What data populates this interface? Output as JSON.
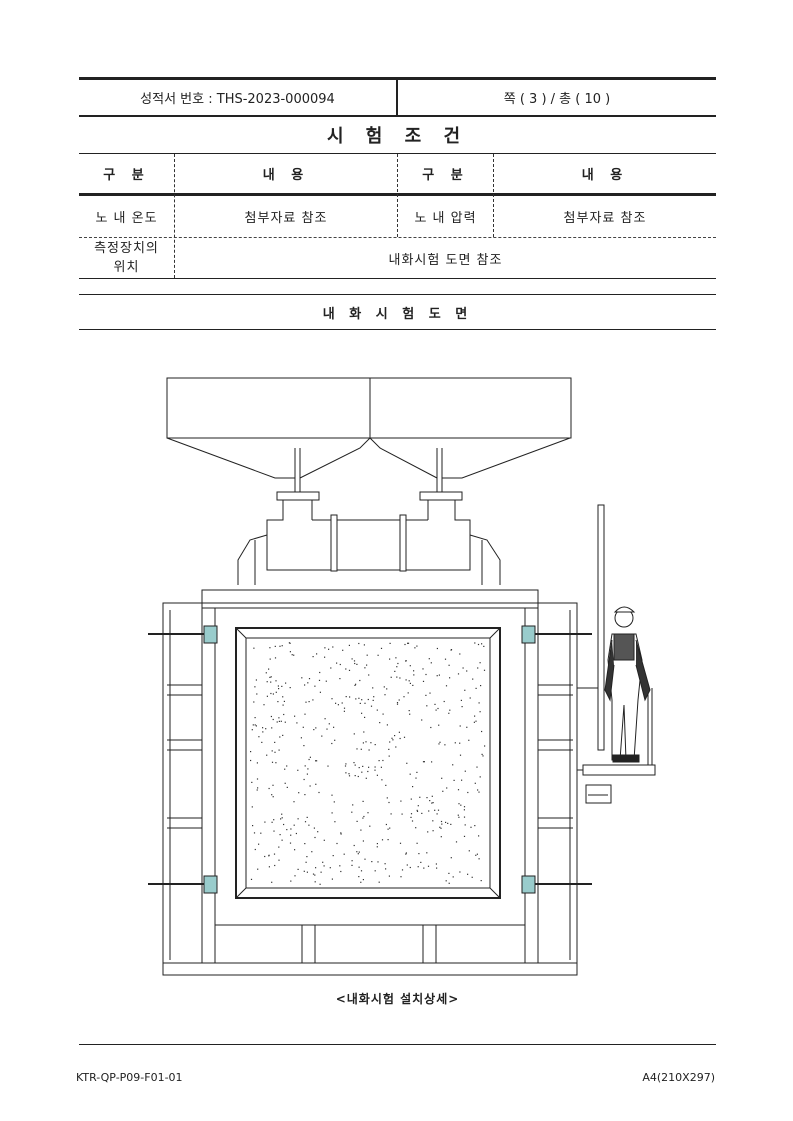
{
  "header": {
    "report_no": "성적서 번호 : THS-2023-000094",
    "page": "쪽 ( 3 ) / 총 ( 10 )"
  },
  "section_title": "시 험 조 건",
  "table": {
    "col1_header": "구 분",
    "col2_header": "내 용",
    "col3_header": "구 분",
    "col4_header": "내 용",
    "row1": {
      "label_a": "노 내 온도",
      "value_a": "첨부자료 참조",
      "label_b": "노 내 압력",
      "value_b": "첨부자료 참조"
    },
    "row2": {
      "label_line1": "측정장치의",
      "label_line2": "위치",
      "value": "내화시험 도면 참조"
    }
  },
  "drawing_title": "내 화 시 험 도 면",
  "drawing_caption": "<내화시험 설치상세>",
  "footer": {
    "form_code": "KTR-QP-P09-F01-01",
    "paper_size": "A4(210X297)"
  }
}
